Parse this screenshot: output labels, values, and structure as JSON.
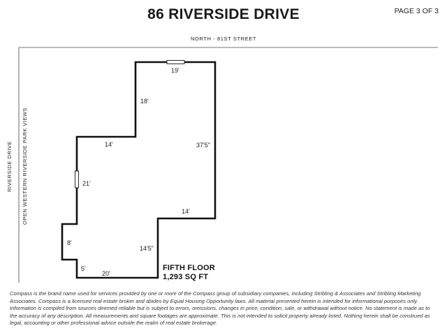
{
  "header": {
    "title": "86 RIVERSIDE DRIVE",
    "page": "PAGE 3 OF 3"
  },
  "plan": {
    "north_label": "NORTH - 81ST STREET",
    "west_label_outer": "RIVERSIDE DRIVE",
    "west_label_inner": "OPEN WESTERN RIVERSIDE PARK VIEWS",
    "dimensions": {
      "top": "19'",
      "upper_left": "18'",
      "right": "37'5\"",
      "middle_left": "14'",
      "left": "21'",
      "step": "14'",
      "lower_right": "14'5\"",
      "bump": "8'",
      "small_left": "5'",
      "bottom": "20'"
    },
    "floor_name": "FIFTH FLOOR",
    "floor_area": "1,293 SQ FT"
  },
  "footer": {
    "disclaimer": "Compass is the brand name used for services provided by one or more of the Compass group of subsidiary companies, including Stribling & Associates and Stribling Marketing Associates.  Compass is a licensed real estate broker and abides by Equal Housing Opportunity laws. All material presented herein is intended for informational purposes only. Information is compiled from sources deemed reliable but is subject to errors, omissions, changes in price, condition, sale, or withdrawal without notice. No statement is made as to the accuracy of any description. All measurements and square footages are approximate. This is not intended to solicit property already listed. Nothing herein shall be construed as legal, accounting or other professional advice outside the realm of real estate brokerage."
  }
}
